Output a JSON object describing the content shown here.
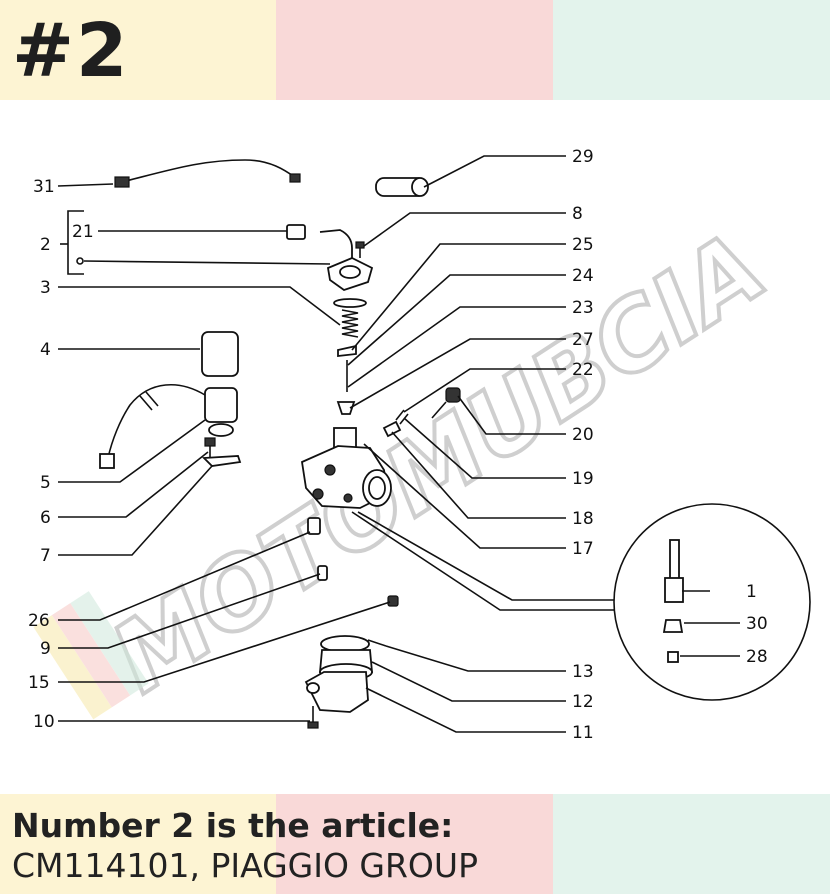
{
  "badge": "#2",
  "watermark": "MOTOMUBCIA",
  "callouts": {
    "c31": "31",
    "c29": "29",
    "c21": "21",
    "c2": "2",
    "c8": "8",
    "c25": "25",
    "c3": "3",
    "c24": "24",
    "c23": "23",
    "c4": "4",
    "c27": "27",
    "c22": "22",
    "c20": "20",
    "c5": "5",
    "c19": "19",
    "c6": "6",
    "c18": "18",
    "c7": "7",
    "c17": "17",
    "c1": "1",
    "c26": "26",
    "c30": "30",
    "c9": "9",
    "c28": "28",
    "c13": "13",
    "c15": "15",
    "c12": "12",
    "c10": "10",
    "c11": "11"
  },
  "caption": {
    "title": "Number 2 is the article:",
    "article": "CM114101, PIAGGIO GROUP"
  }
}
